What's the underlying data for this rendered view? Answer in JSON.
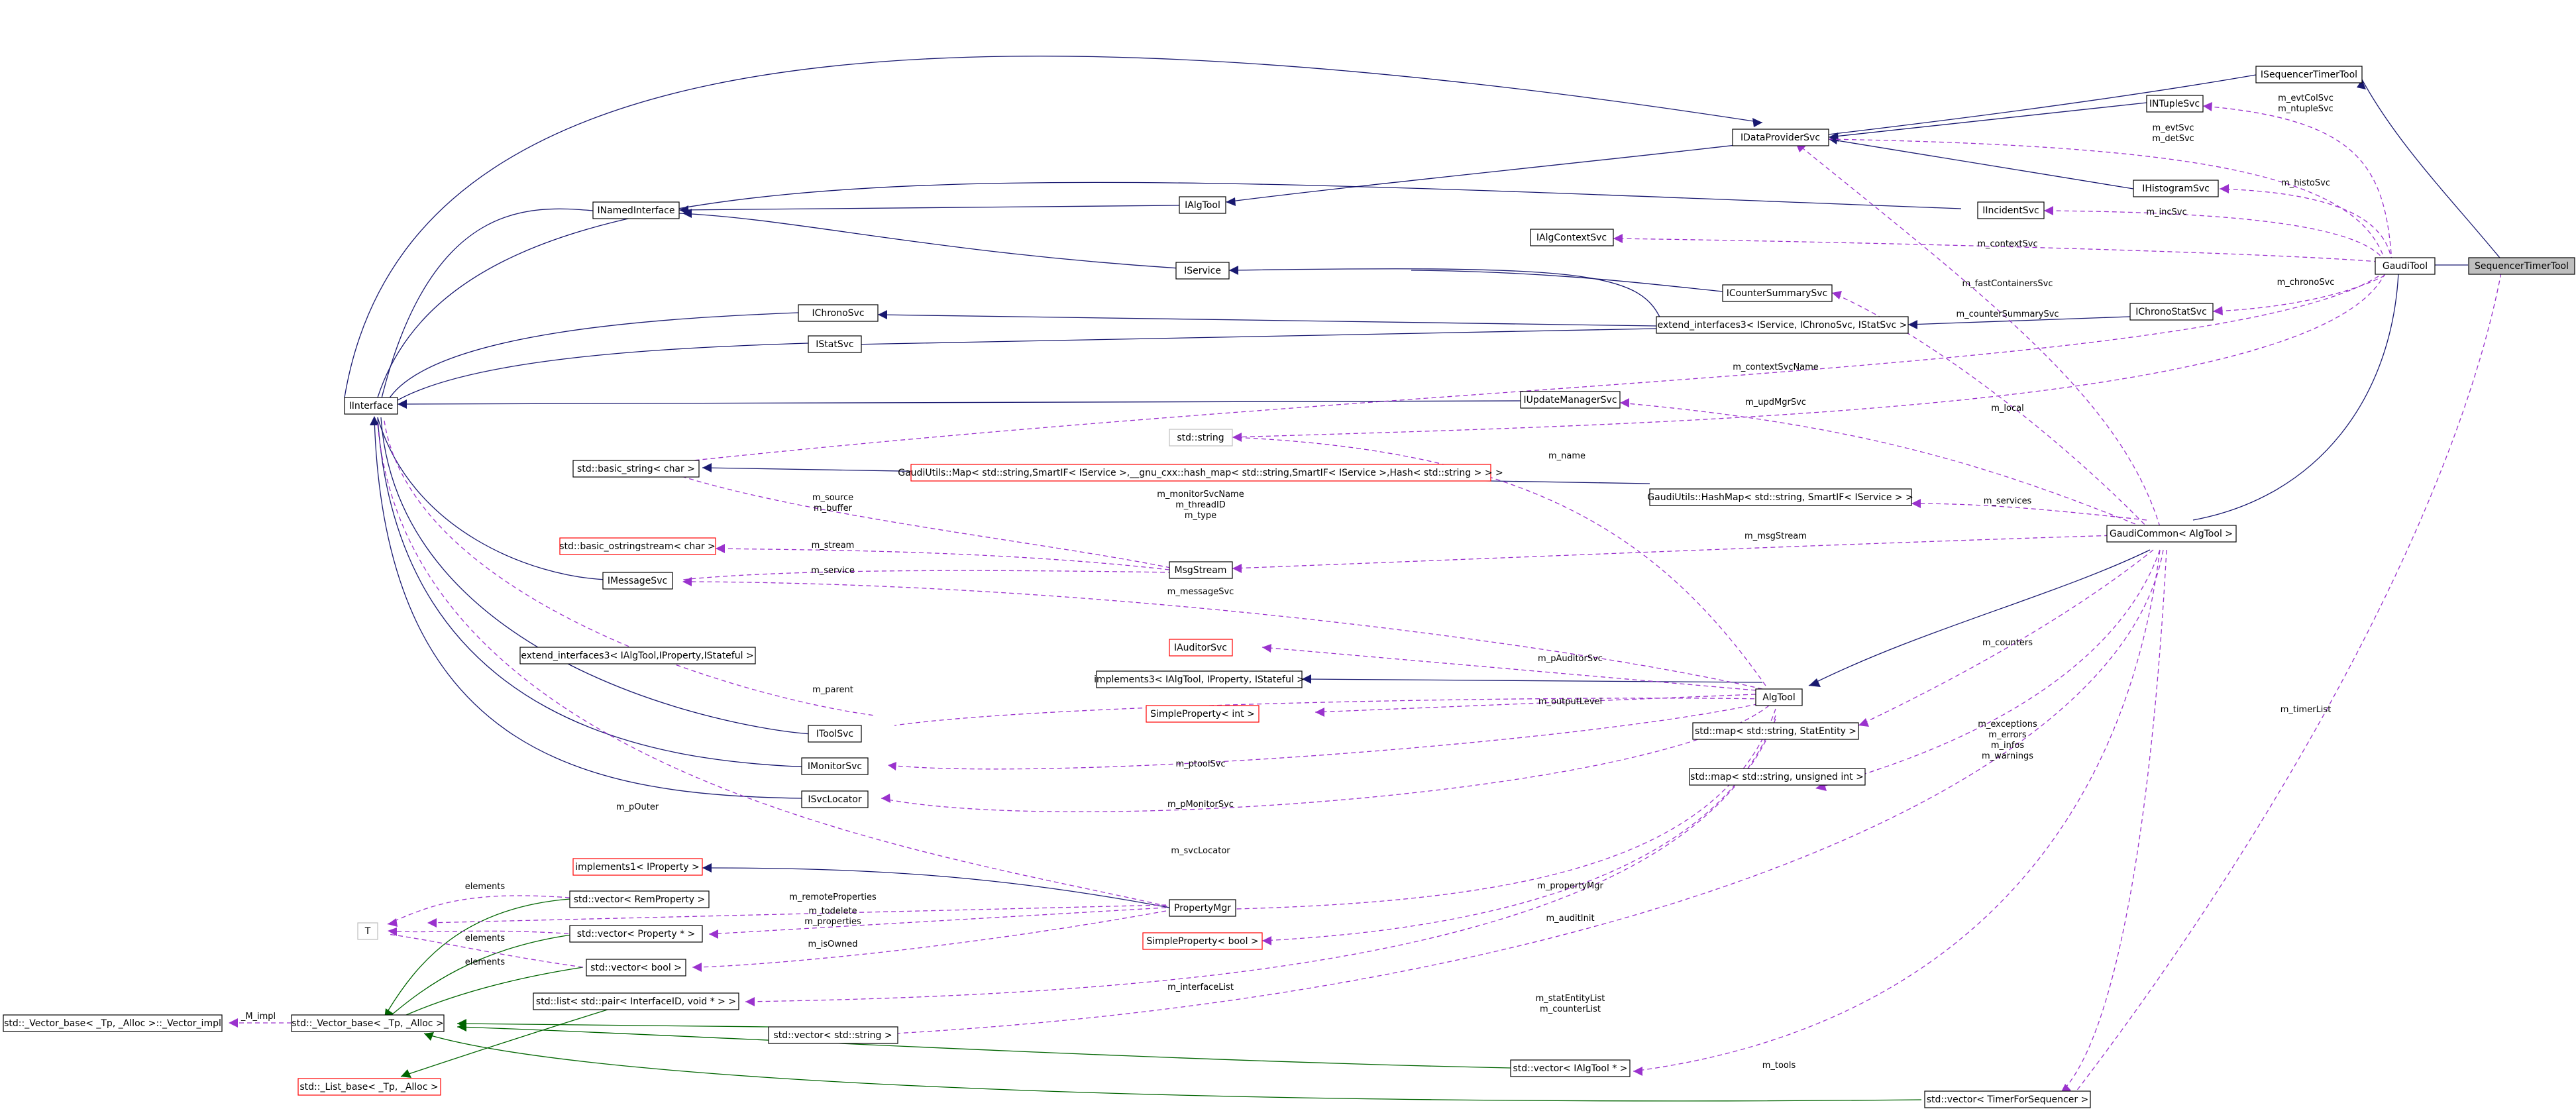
{
  "nodes": {
    "SequencerTimerTool": "SequencerTimerTool",
    "ISequencerTimerTool": "ISequencerTimerTool",
    "INTupleSvc": "INTupleSvc",
    "IDataProviderSvc": "IDataProviderSvc",
    "IHistogramSvc": "IHistogramSvc",
    "IAlgTool": "IAlgTool",
    "IIncidentSvc": "IIncidentSvc",
    "INamedInterface": "INamedInterface",
    "IAlgContextSvc": "IAlgContextSvc",
    "GaudiTool": "GaudiTool",
    "IService": "IService",
    "ICounterSummarySvc": "ICounterSummarySvc",
    "IChronoStatSvc": "IChronoStatSvc",
    "IChronoSvc": "IChronoSvc",
    "extend_interfaces3": "extend_interfaces3< IService, IChronoSvc, IStatSvc >",
    "IStatSvc": "IStatSvc",
    "IInterface": "IInterface",
    "IUpdateManagerSvc": "IUpdateManagerSvc",
    "std_string": "std::string",
    "basic_string": "std::basic_string< char >",
    "GaudiUtils_Map": "GaudiUtils::Map< std::string,SmartIF< IService >,__gnu_cxx::hash_map< std::string,SmartIF< IService >,Hash< std::string > > >",
    "GaudiUtils_HashMap": "GaudiUtils::HashMap< std::string, SmartIF< IService > >",
    "GaudiCommon": "GaudiCommon< AlgTool >",
    "basic_ostringstream": "std::basic_ostringstream< char >",
    "MsgStream": "MsgStream",
    "IMessageSvc": "IMessageSvc",
    "IAuditorSvc": "IAuditorSvc",
    "extend_interfaces3_alg": "extend_interfaces3< IAlgTool,IProperty,IStateful >",
    "implements3": "implements3< IAlgTool, IProperty, IStateful >",
    "AlgTool": "AlgTool",
    "SimpleProperty_int": "SimpleProperty< int >",
    "map_StatEntity": "std::map< std::string, StatEntity >",
    "IToolSvc": "IToolSvc",
    "map_unsigned": "std::map< std::string, unsigned int >",
    "IMonitorSvc": "IMonitorSvc",
    "ISvcLocator": "ISvcLocator",
    "implements1": "implements1< IProperty >",
    "vector_RemProperty": "std::vector< RemProperty >",
    "T": "T",
    "PropertyMgr": "PropertyMgr",
    "vector_Property": "std::vector< Property * >",
    "SimpleProperty_bool": "SimpleProperty< bool >",
    "vector_bool": "std::vector< bool >",
    "Vector_impl": "std::_Vector_base< _Tp, _Alloc >::_Vector_impl",
    "Vector_base": "std::_Vector_base< _Tp, _Alloc >",
    "list_pair": "std::list< std::pair< InterfaceID, void * > >",
    "vector_string": "std::vector< std::string >",
    "List_base": "std::_List_base< _Tp, _Alloc >",
    "vector_IAlgTool": "std::vector< IAlgTool * >",
    "vector_Timer": "std::vector< TimerForSequencer >"
  },
  "labels": {
    "evtColSvc": "m_evtColSvc",
    "ntupleSvc": "m_ntupleSvc",
    "evtSvc": "m_evtSvc",
    "detSvc": "m_detSvc",
    "histoSvc": "m_histoSvc",
    "incSvc": "m_incSvc",
    "contextSvc": "m_contextSvc",
    "chronoSvc": "m_chronoSvc",
    "fastContainersSvc": "m_fastContainersSvc",
    "counterSummarySvc": "m_counterSummarySvc",
    "contextSvcName": "m_contextSvcName",
    "updMgrSvc": "m_updMgrSvc",
    "local": "m_local",
    "name": "m_name",
    "services": "m_services",
    "monitorSvcName": "m_monitorSvcName",
    "threadID": "m_threadID",
    "type": "m_type",
    "source": "m_source",
    "buffer": "m_buffer",
    "msgStream": "m_msgStream",
    "stream": "m_stream",
    "service": "m_service",
    "messageSvc": "m_messageSvc",
    "counters": "m_counters",
    "pAuditorSvc": "m_pAuditorSvc",
    "parent": "m_parent",
    "outputLevel": "m_outputLevel",
    "exceptions": "m_exceptions",
    "errors": "m_errors",
    "infos": "m_infos",
    "warnings": "m_warnings",
    "ptoolSvc": "m_ptoolSvc",
    "timerList": "m_timerList",
    "pOuter": "m_pOuter",
    "pMonitorSvc": "m_pMonitorSvc",
    "svcLocator": "m_svcLocator",
    "elements1": "elements",
    "elements2": "elements",
    "elements3": "elements",
    "remoteProperties": "m_remoteProperties",
    "todelete": "m_todelete",
    "properties": "m_properties",
    "isOwned": "m_isOwned",
    "propertyMgr": "m_propertyMgr",
    "auditInit": "m_auditInit",
    "impl": "_M_impl",
    "interfaceList": "m_interfaceList",
    "statEntityList": "m_statEntityList",
    "counterList": "m_counterList",
    "tools": "m_tools"
  },
  "colors": {
    "inheritance": "#191970",
    "template_inheritance": "#006400",
    "usage": "#9a32cd",
    "focus_fill": "#bfbfbf",
    "undocumented_border": "#ff0000"
  }
}
